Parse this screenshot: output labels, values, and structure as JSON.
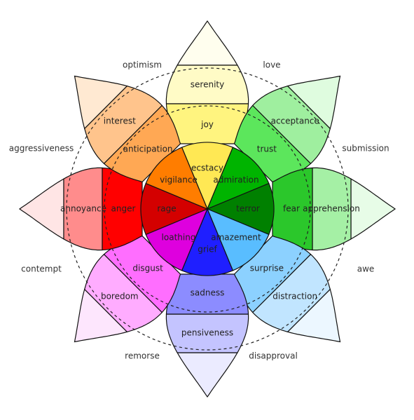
{
  "emotions": [
    {
      "key": "up",
      "angle": 90,
      "inner": "ecstacy",
      "middle": "joy",
      "outer": "serenity",
      "colors": [
        "#ffe854",
        "#fff47f",
        "#fffbc6",
        "#fffeee"
      ]
    },
    {
      "key": "upright",
      "angle": 45,
      "inner": "admiration",
      "middle": "trust",
      "outer": "acceptance",
      "colors": [
        "#00b400",
        "#5ce65c",
        "#9fef9f",
        "#dffcdf"
      ]
    },
    {
      "key": "right",
      "angle": 0,
      "inner": "terror",
      "middle": "fear",
      "outer": "apprehension",
      "colors": [
        "#008000",
        "#2bc72b",
        "#a5f0a5",
        "#e7fce7"
      ]
    },
    {
      "key": "downright",
      "angle": -45,
      "inner": "amazement",
      "middle": "surprise",
      "outer": "distraction",
      "colors": [
        "#59bdff",
        "#8cd1ff",
        "#c1e5ff",
        "#ecf7ff"
      ]
    },
    {
      "key": "down",
      "angle": -90,
      "inner": "grief",
      "middle": "sadness",
      "outer": "pensiveness",
      "colors": [
        "#1f1fff",
        "#8c8cff",
        "#c4c4ff",
        "#ebebff"
      ]
    },
    {
      "key": "downleft",
      "angle": -135,
      "inner": "loathing",
      "middle": "disgust",
      "outer": "boredom",
      "colors": [
        "#de00de",
        "#ff6eff",
        "#ffacff",
        "#fde6fd"
      ]
    },
    {
      "key": "left",
      "angle": 180,
      "inner": "rage",
      "middle": "anger",
      "outer": "annoyance",
      "colors": [
        "#d40000",
        "#ff0000",
        "#ff8c8c",
        "#ffe5e5"
      ]
    },
    {
      "key": "upleft",
      "angle": 135,
      "inner": "vigilance",
      "middle": "anticipation",
      "outer": "interest",
      "colors": [
        "#ff7d00",
        "#ffa854",
        "#ffc48c",
        "#ffe9d2"
      ]
    }
  ],
  "dyads": [
    {
      "key": "love",
      "text": "love"
    },
    {
      "key": "submission",
      "text": "submission"
    },
    {
      "key": "awe",
      "text": "awe"
    },
    {
      "key": "disapproval",
      "text": "disapproval"
    },
    {
      "key": "remorse",
      "text": "remorse"
    },
    {
      "key": "contempt",
      "text": "contempt"
    },
    {
      "key": "aggressiveness",
      "text": "aggressiveness"
    },
    {
      "key": "optimism",
      "text": "optimism"
    }
  ]
}
